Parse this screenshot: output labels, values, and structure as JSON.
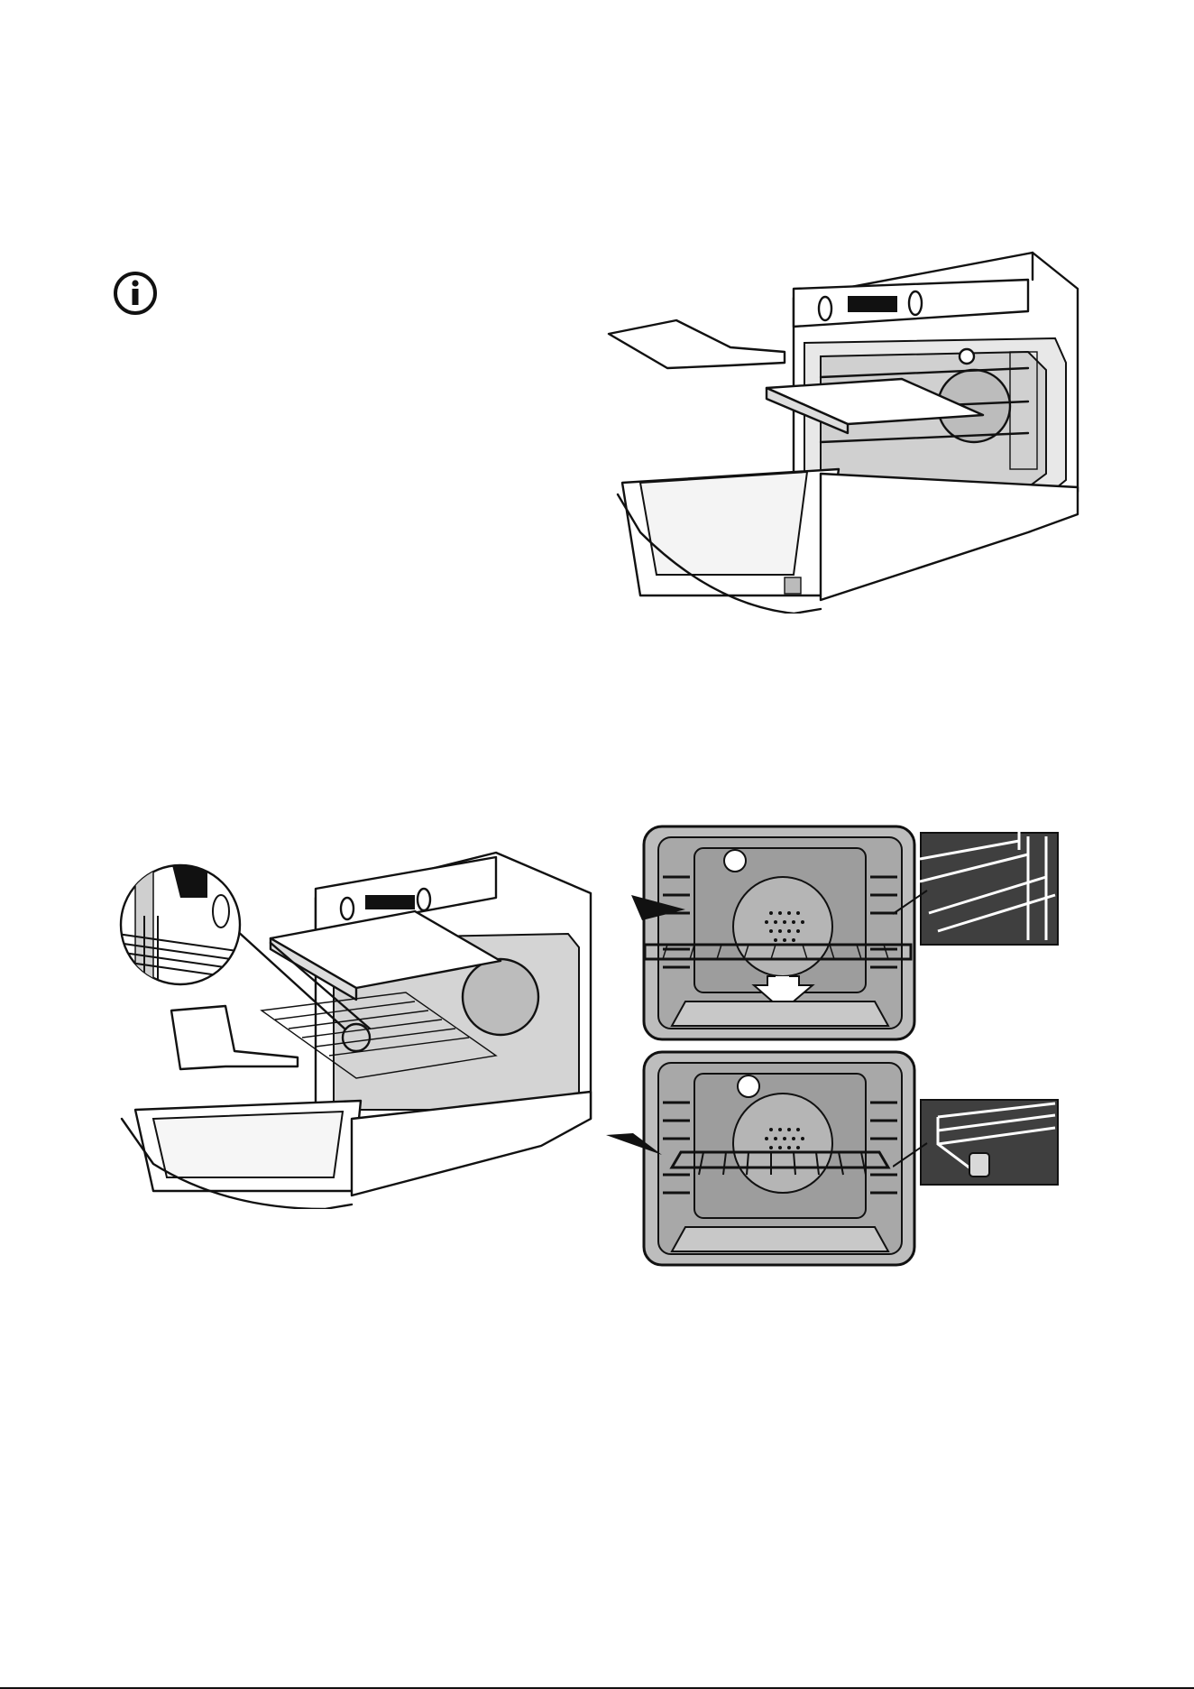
{
  "page": {
    "background": "#ffffff",
    "line_color": "#111111",
    "panel_dark": "#3f3f3f",
    "cavity_grey": "#9a9a9a"
  },
  "notice": {
    "icon": "info-circle-icon"
  },
  "figures": [
    {
      "id": "fig-oven-tray-insert",
      "icon": "oven-with-tray-icon"
    },
    {
      "id": "fig-oven-rack-detail",
      "icon": "oven-with-rack-and-magnifier-icon"
    },
    {
      "id": "fig-cavity-front-upper",
      "icon": "oven-cavity-front-icon"
    },
    {
      "id": "fig-cavity-front-lower",
      "icon": "oven-cavity-front-icon"
    },
    {
      "id": "fig-detail-upper",
      "icon": "rack-guide-closeup-icon"
    },
    {
      "id": "fig-detail-lower",
      "icon": "rack-stop-closeup-icon"
    }
  ]
}
